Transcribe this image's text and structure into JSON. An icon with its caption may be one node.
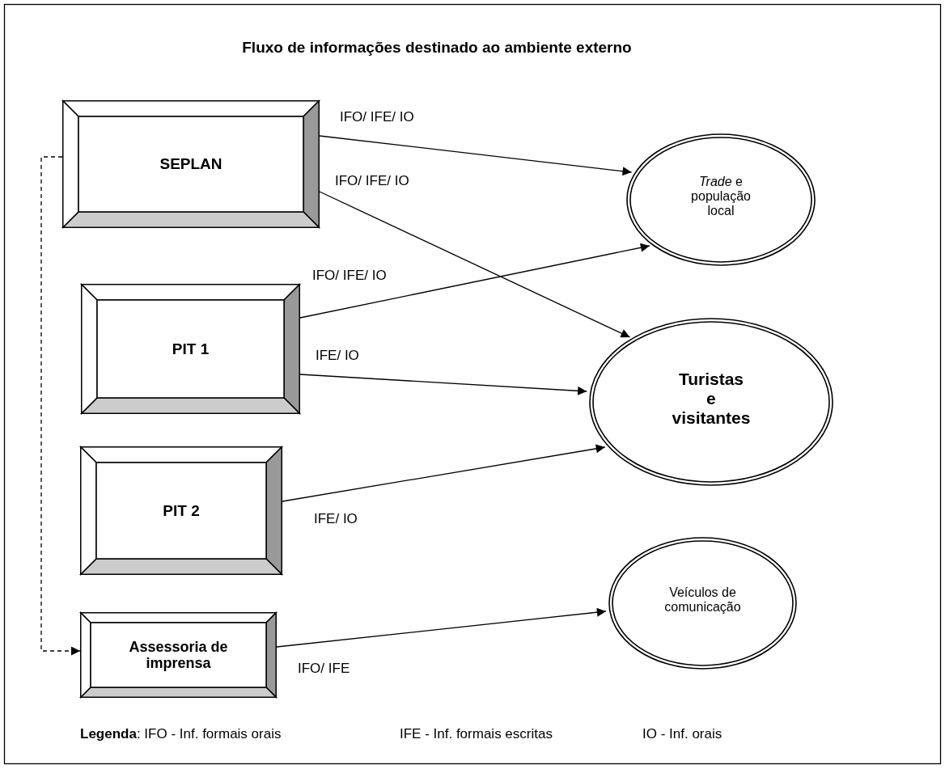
{
  "diagram": {
    "title": "Fluxo de informações destinado ao ambiente externo",
    "nodes": [
      {
        "text": [
          "SEPLAN"
        ]
      },
      {
        "text": [
          "PIT 1"
        ]
      },
      {
        "text": [
          "PIT 2"
        ]
      },
      {
        "text": [
          "Assessoria de imprensa"
        ]
      },
      {
        "text": [
          "*Trade* e população local"
        ]
      },
      {
        "text": [
          "Turistas e visitantes"
        ]
      },
      {
        "text": [
          "Veículos de comunicação"
        ]
      }
    ],
    "edges": [
      {
        "from": 0,
        "to": 4,
        "arrow": "to",
        "label": "IFO/ IFE/ IO"
      },
      {
        "from": 0,
        "to": 5,
        "arrow": "to",
        "label": "IFO/ IFE/ IO"
      },
      {
        "from": 1,
        "to": 4,
        "arrow": "to",
        "label": "IFO/ IFE/ IO"
      },
      {
        "from": 1,
        "to": 5,
        "arrow": "to",
        "label": "IFE/ IO"
      },
      {
        "from": 2,
        "to": 5,
        "arrow": "to",
        "label": "IFE/ IO"
      },
      {
        "from": 3,
        "to": 6,
        "arrow": "to",
        "label": "IFO/ IFE"
      },
      {
        "from": 0,
        "to": 3,
        "arrow": "to",
        "style": "dashed"
      }
    ],
    "labels": [
      "**Legenda**: IFO - Inf. formais orais",
      "IFE - Inf. formais escritas",
      "IO - Inf. orais"
    ]
  }
}
